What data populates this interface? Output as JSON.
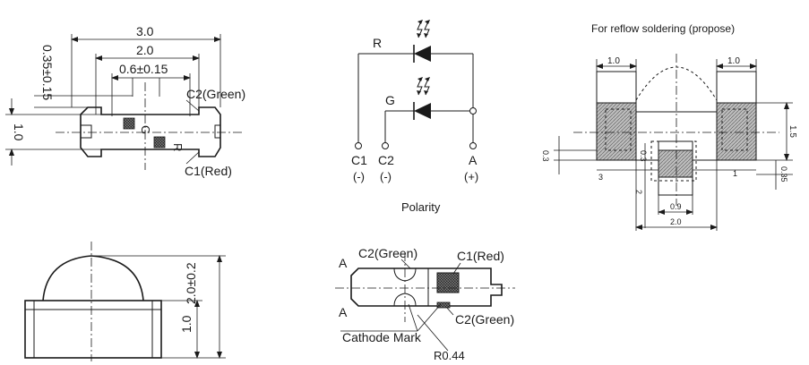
{
  "top_view": {
    "dim_total_width": "3.0",
    "dim_inner_width": "2.0",
    "dim_pad_offset": "0.6±0.15",
    "dim_pad_vertical": "0.35±0.15",
    "dim_height": "1.0",
    "chip_g_label": "G",
    "chip_r_label": "R",
    "c2_label": "C2(Green)",
    "c1_label": "C1(Red)"
  },
  "polarity": {
    "r_label": "R",
    "g_label": "G",
    "c1_label": "C1",
    "c1_sign": "(-)",
    "c2_label": "C2",
    "c2_sign": "(-)",
    "a_label": "A",
    "a_sign": "(+)",
    "caption": "Polarity"
  },
  "reflow": {
    "title": "For reflow soldering (propose)",
    "dim_left_pad": "1.0",
    "dim_right_pad": "1.0",
    "dim_height": "1.5",
    "dim_left_03": "0.3",
    "dim_center_03": "0.3",
    "dim_right_035": "0.35",
    "label_3": "3",
    "label_1": "1",
    "label_2": "2",
    "dim_09": "0.9",
    "dim_20": "2.0"
  },
  "side_view": {
    "dim_height_total": "2.0±0.2",
    "dim_height_body": "1.0"
  },
  "bottom_view": {
    "c2_label": "C2(Green)",
    "c1_label": "C1(Red)",
    "a_top": "A",
    "a_bottom": "A",
    "c2_bottom_label": "C2(Green)",
    "cathode_mark": "Cathode Mark",
    "radius": "R0.44"
  }
}
